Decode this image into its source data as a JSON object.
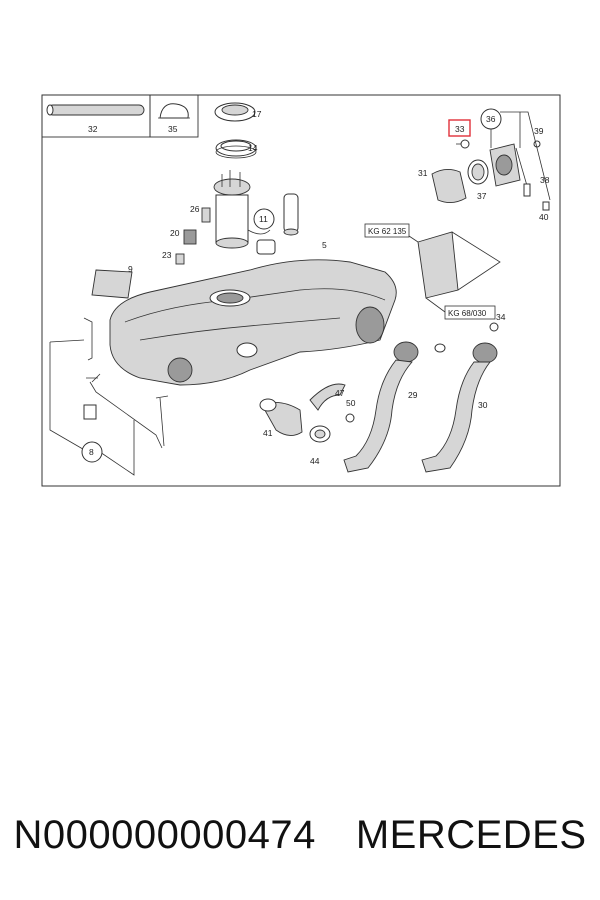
{
  "parts": {
    "p32": "32",
    "p35": "35",
    "p17": "17",
    "p14": "14",
    "p33": "33",
    "p36": "36",
    "p39": "39",
    "p31": "31",
    "p37": "37",
    "p38": "38",
    "p40": "40",
    "p26": "26",
    "p11": "11",
    "p20": "20",
    "p23": "23",
    "p5": "5",
    "p9": "9",
    "p34": "34",
    "p8": "8",
    "p29": "29",
    "p30": "30",
    "p47": "47",
    "p50": "50",
    "p41": "41",
    "p44": "44"
  },
  "refs": {
    "kg1": "KG 62 135",
    "kg2": "KG 68/030"
  },
  "highlight": {
    "color": "#e0303a",
    "part": "33"
  },
  "caption": {
    "code": "N000000000474",
    "brand": "MERCEDES"
  }
}
